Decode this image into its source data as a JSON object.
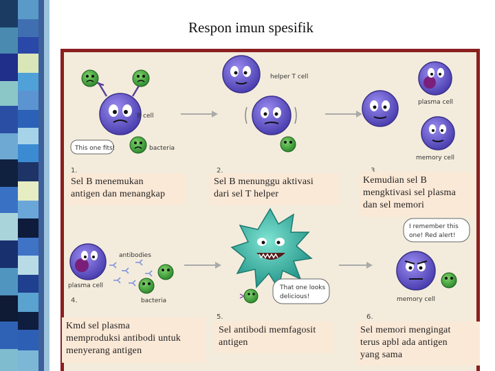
{
  "slide": {
    "title": "Respon imun spesifik"
  },
  "figure": {
    "labels": {
      "helper_t_cell": "helper T cell",
      "b_cell": "B cell",
      "bacteria_1": "bacteria",
      "this_one_fits": "This one fits!",
      "plasma_cell_1": "plasma cell",
      "memory_cell_1": "memory cell",
      "antibodies": "antibodies",
      "plasma_cell_2": "plasma cell",
      "bacteria_2": "bacteria",
      "that_one_looks": "That one looks",
      "delicious": "delicious!",
      "i_remember": "I remember this",
      "red_alert": "one! Red alert!",
      "memory_cell_2": "memory cell"
    },
    "steps": [
      "1.",
      "2.",
      "3.",
      "4.",
      "5.",
      "6."
    ]
  },
  "captions": [
    [
      "Sel B menemukan",
      "antigen dan menangkap"
    ],
    [
      "Sel B menunggu aktivasi",
      "dari sel T helper"
    ],
    [
      "Kemudian sel B",
      "mengktivasi sel plasma",
      "dan sel memori"
    ],
    [
      "Kmd sel plasma",
      "memproduksi antibodi untuk",
      "menyerang antigen"
    ],
    [
      "Sel antibodi memfagosit",
      "antigen"
    ],
    [
      "Sel memori mengingat",
      "terus apbl ada antigen",
      "yang sama"
    ]
  ],
  "colors": {
    "frame": "#8b1f1f",
    "panel": "#f3ecdc",
    "caption_bg": "#fbe9d7",
    "cell_purple": "#6a5acd",
    "bacteria_green": "#3a9a3a",
    "macrophage_teal": "#3fb8a8"
  }
}
